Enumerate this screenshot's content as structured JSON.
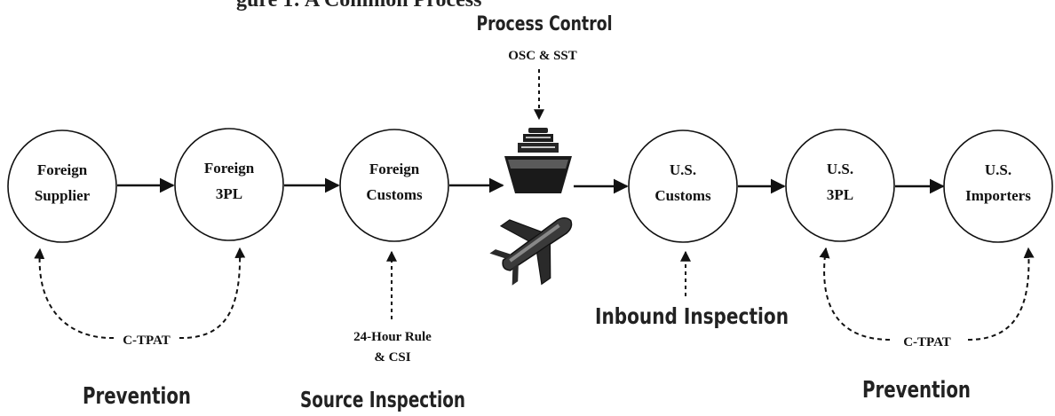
{
  "header": {
    "partial_title": "gure 1: A Common Process"
  },
  "nodes": [
    {
      "id": "foreign-supplier",
      "line1": "Foreign",
      "line2": "Supplier"
    },
    {
      "id": "foreign-3pl",
      "line1": "Foreign",
      "line2": "3PL"
    },
    {
      "id": "foreign-customs",
      "line1": "Foreign",
      "line2": "Customs"
    },
    {
      "id": "us-customs",
      "line1": "U.S.",
      "line2": "Customs"
    },
    {
      "id": "us-3pl",
      "line1": "U.S.",
      "line2": "3PL"
    },
    {
      "id": "us-importers",
      "line1": "U.S.",
      "line2": "Importers"
    }
  ],
  "transport_icons": [
    "ship-icon",
    "airplane-icon"
  ],
  "annotations": {
    "process_control": "Process Control",
    "osc_sst": "OSC & SST",
    "ctpat_left": "C-TPAT",
    "ctpat_right": "C-TPAT",
    "rule_line1": "24-Hour Rule",
    "rule_line2": "& CSI",
    "inbound_inspection": "Inbound Inspection",
    "prevention_left": "Prevention",
    "source_inspection": "Source Inspection",
    "prevention_right": "Prevention"
  }
}
